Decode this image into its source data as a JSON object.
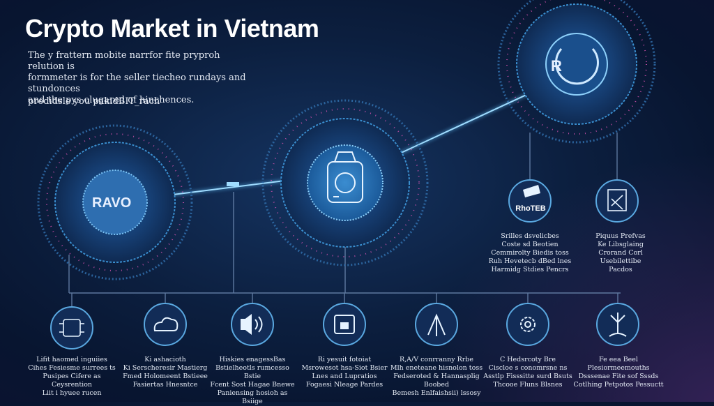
{
  "title": "Crypto Market in Vietnam",
  "intro_lines": [
    "The y frattern mobite narrfor fite pryproh relution is",
    "formmeter is for the seller tiecheo rundays and stundonces",
    "and the pys olugared of hinchences."
  ],
  "cta": "predidsle you pakidBIT_rach",
  "hubs": [
    {
      "id": "left",
      "label": "RAVO"
    },
    {
      "id": "center",
      "label": ""
    },
    {
      "id": "right",
      "label": "R"
    }
  ],
  "side_icons": [
    {
      "id": "side-1",
      "icon": "key-badge-icon",
      "badge": "RhoTEB",
      "lines": [
        "Srilles dsvelicbes",
        "Coste sd Beotien",
        "Cemmirolty Biedis toss",
        "Ruh Hevetecb dBed lnes",
        "Harmidg Stdies Pencrs"
      ]
    },
    {
      "id": "side-2",
      "icon": "chart-document-icon",
      "badge": "",
      "lines": [
        "Piquus Prefvas",
        "Ke Libsglaing",
        "Crorand Corl Usebilettibe",
        "Pacdos"
      ]
    }
  ],
  "bottom_nodes": [
    {
      "id": "node-1",
      "icon": "chip-icon",
      "lines": [
        "Lifit haomed inguiies",
        "Cihes Fesiesme surrees ts",
        "Pusipes Cifere as Ceysrention",
        "Liit i hyuee rucen"
      ]
    },
    {
      "id": "node-2",
      "icon": "cloud-icon",
      "lines": [
        "Ki ashacioth",
        "Ki Serscheresir Mastierg",
        "Fmed Holomeent Bstieee",
        "Fasiertas Hnesntce"
      ]
    },
    {
      "id": "node-3",
      "icon": "speaker-waves-icon",
      "lines": [
        "Hiskies enagessBas",
        "Bstielheotls rumcesso Bstie",
        "Fcent Sost Hagae Bnewe",
        "Paniensing hosioh as Bsiige"
      ]
    },
    {
      "id": "node-4",
      "icon": "display-icon",
      "lines": [
        "Ri yesuit fotoiat",
        "Msrowesot hsa-Siot Bsier",
        "Lnes and Lupratios",
        "Fogaesi Nleage Pardes"
      ]
    },
    {
      "id": "node-5",
      "icon": "network-arrows-icon",
      "lines": [
        "R,A/V conrranny Rrbe",
        "Mlh eneteane hisnolon toss",
        "Fedseroted & Hannasplig Boobed",
        "Bemesh Enlfaishsii) lssosy"
      ]
    },
    {
      "id": "node-6",
      "icon": "gear-icon",
      "lines": [
        "C Hedsrcoty Bre",
        "Ciscloe s conomrsne ns",
        "Asstlp Fisssitte surd Bsuts",
        "Thcooe Fluns Blsnes"
      ]
    },
    {
      "id": "node-7",
      "icon": "tools-icon",
      "lines": [
        "Fe eea Beel",
        "Plesiormeemouths",
        "Dsssenae Fite sof Sssds",
        "Cotlhing Petpotos Pessuctt"
      ]
    }
  ],
  "colors": {
    "accent": "#5bb8f0",
    "ring": "#3a8fd0",
    "pink": "#e455b8",
    "bg": "#0c1f3f"
  }
}
